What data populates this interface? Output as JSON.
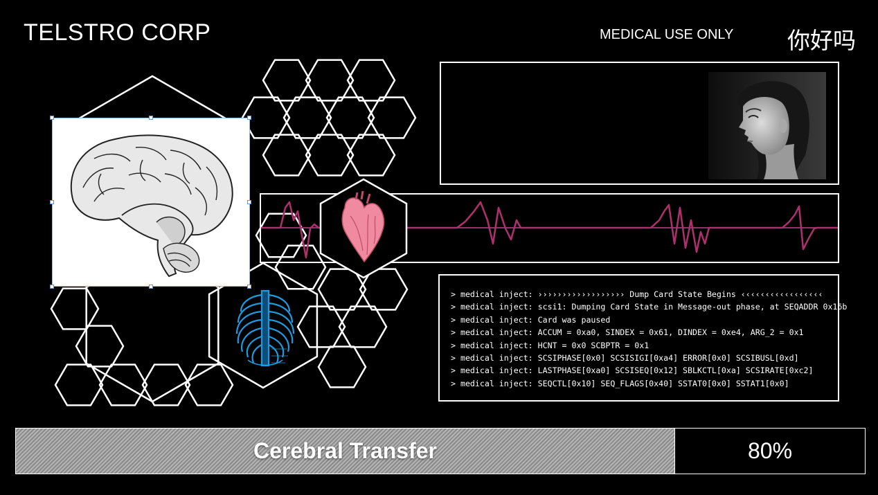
{
  "header": {
    "brand": "TELSTRO CORP",
    "notice": "MEDICAL USE ONLY",
    "greeting": "你好吗"
  },
  "icons": {
    "brain": "brain-illustration-icon",
    "heart": "heart-illustration-icon",
    "ribcage": "ribcage-illustration-icon",
    "portrait": "patient-portrait-icon"
  },
  "colors": {
    "ecg_wave": "#b0306e",
    "ribcage": "#1e9be0",
    "heart": "#f08aa0"
  },
  "log": {
    "lines": [
      "> medical inject: ›››››››››››››››››› Dump Card State Begins ‹‹‹‹‹‹‹‹‹‹‹‹‹‹‹‹‹",
      "> medical inject: scsi1: Dumping Card State in Message-out phase, at SEQADDR 0x16b",
      "> medical inject: Card was paused",
      "> medical inject: ACCUM = 0xa0, SINDEX = 0x61, DINDEX = 0xe4, ARG_2 = 0x1",
      "> medical inject: HCNT = 0x0 SCBPTR = 0x1",
      "> medical inject: SCSIPHASE[0x0] SCSISIGI[0xa4] ERROR[0x0] SCSIBUSL[0xd]",
      "> medical inject: LASTPHASE[0xa0] SCSISEQ[0x12] SBLKCTL[0xa] SCSIRATE[0xc2]",
      "> medical inject: SEQCTL[0x10] SEQ_FLAGS[0x40] SSTAT0[0x0] SSTAT1[0x0]"
    ]
  },
  "progress": {
    "label": "Cerebral Transfer",
    "percent_text": "80%",
    "value": 0.8
  }
}
